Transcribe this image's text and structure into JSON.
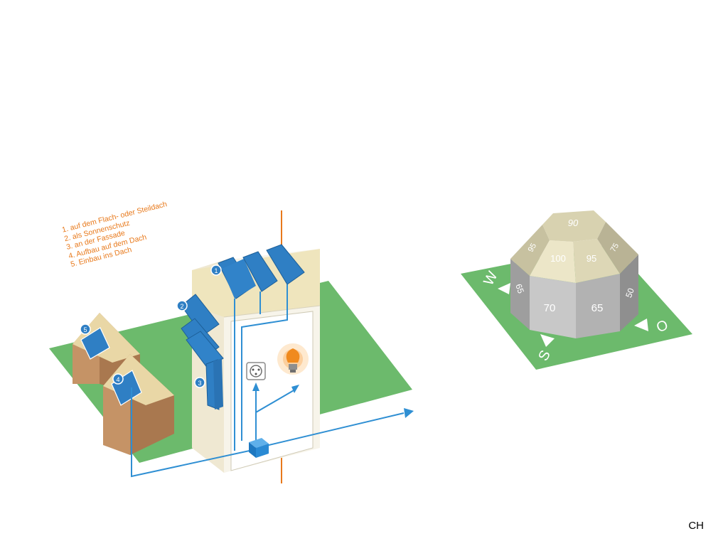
{
  "legend": {
    "items": [
      "1. auf dem Flach- oder Steildach",
      "2. als Sonnenschutz",
      "3. an der Fassade",
      "4. Aufbau auf dem Dach",
      "5. Einbau ins Dach"
    ]
  },
  "markers": {
    "m1": "1",
    "m2": "2",
    "m3": "3",
    "m4": "4",
    "m5": "5"
  },
  "compass": {
    "west": "W",
    "south": "S",
    "east": "O"
  },
  "dome": {
    "top": "90",
    "ring_upper": [
      "95",
      "100",
      "95",
      "75"
    ],
    "ring_lower": [
      "65",
      "70",
      "65",
      "50"
    ]
  },
  "country_code": "CH",
  "colors": {
    "grass": "#6cba6c",
    "panel": "#2f7fc4",
    "wire": "#2f8fd3",
    "axis": "#e8791b",
    "house_wall": "#c59366",
    "house_roof": "#a9784f",
    "roof_top": "#efe5bd",
    "building": "#f6f3e8",
    "dome_light": "#d7d1ad",
    "dome_grey": "#b4b4b4"
  }
}
